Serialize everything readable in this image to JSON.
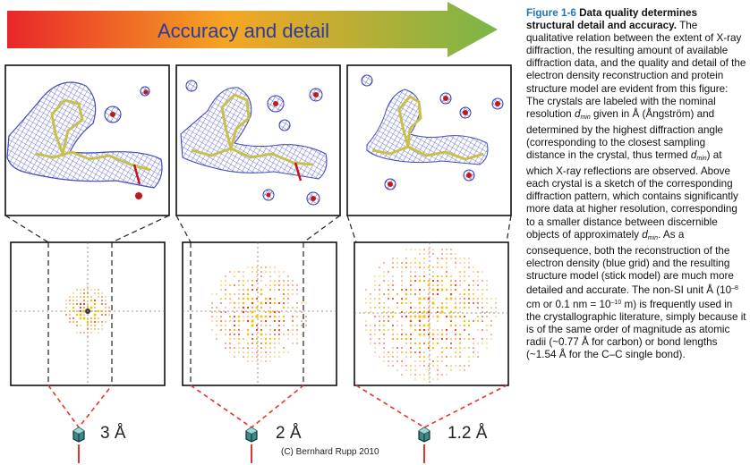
{
  "banner": {
    "text": "Accuracy and detail",
    "colors": [
      "#e9262a",
      "#f5a623",
      "#7ab648"
    ]
  },
  "panels": [
    {
      "resolution": "3 Å",
      "detail": "low"
    },
    {
      "resolution": "2 Å",
      "detail": "medium"
    },
    {
      "resolution": "1.2 Å",
      "detail": "high"
    }
  ],
  "copyright": "(C) Bernhard Rupp 2010",
  "caption": {
    "label": "Figure 1-6",
    "title": "Data quality determines structural detail and accuracy.",
    "p1": "The qualitative relation between the extent of X-ray diffraction, the resulting amount of available diffraction data, and the quality and detail of the electron density reconstruction and protein structure model are evident from this figure: The crystals are labeled with the nominal resolution ",
    "d": "d",
    "min": "min",
    "p2": " given in Å (Ångström) and determined by the highest diffraction angle (corresponding to the closest sampling distance in the crystal, thus termed ",
    "p3": ") at which X-ray reflections are observed. Above each crystal is a sketch of the corresponding diffraction pattern, which contains significantly more data at higher resolution, corresponding to a smaller distance between discernible objects of approximately ",
    "p4": ". As a consequence, both the reconstruction of the electron density (blue grid) and the resulting structure model (stick model) are much more detailed and accurate. The non-SI unit Å (10",
    "exp8": "–8",
    "p5": " cm or 0.1 nm = 10",
    "exp10": "–10",
    "p6": " m) is frequently used in the crystallographic literature, simply because it is of the same order of magnitude as atomic radii (~0.77 Å for carbon) or bond lengths (~1.54 Å for the C–C single bond)."
  }
}
